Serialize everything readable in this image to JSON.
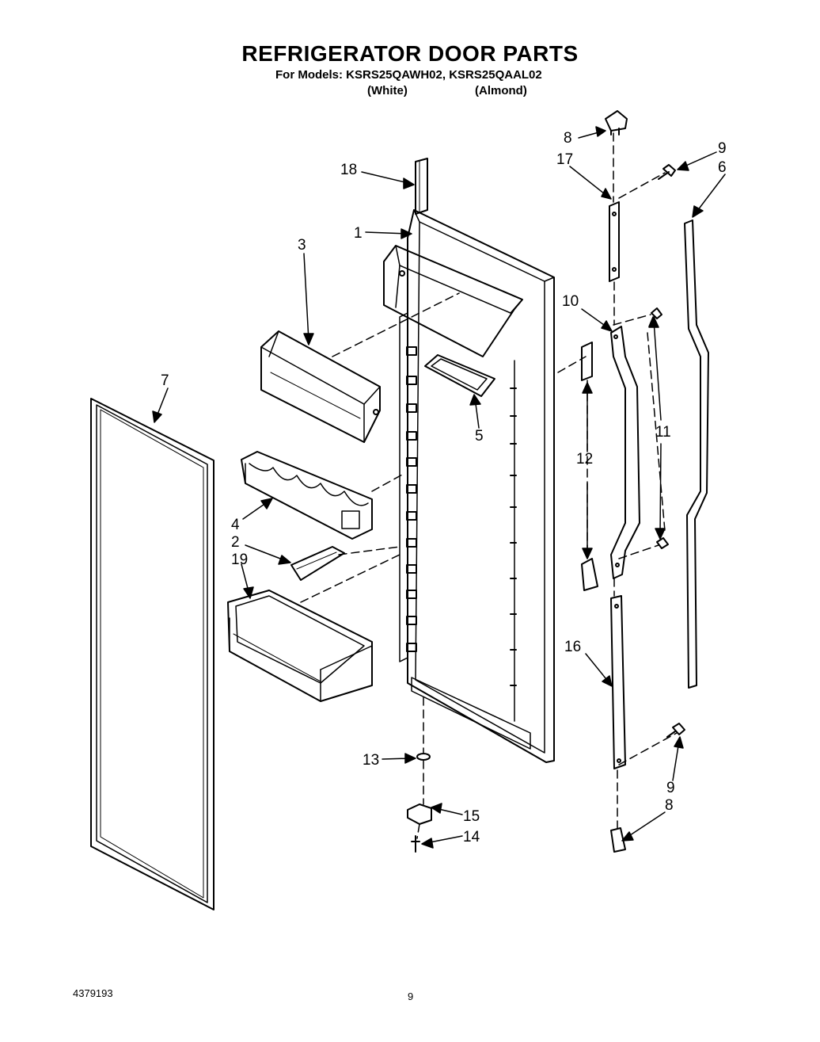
{
  "header": {
    "title": "REFRIGERATOR DOOR PARTS",
    "subtitle": "For Models: KSRS25QAWH02, KSRS25QAAL02",
    "variant_white": "(White)",
    "variant_almond": "(Almond)"
  },
  "callouts": {
    "c18": "18",
    "c1": "1",
    "c3": "3",
    "c7": "7",
    "c5": "5",
    "c4": "4",
    "c2": "2",
    "c19": "19",
    "c8_top": "8",
    "c17": "17",
    "c9_top": "9",
    "c6": "6",
    "c10": "10",
    "c11": "11",
    "c12": "12",
    "c16": "16",
    "c9_bottom": "9",
    "c8_bottom": "8",
    "c13": "13",
    "c15": "15",
    "c14": "14"
  },
  "footer": {
    "part_number": "4379193",
    "page": "9"
  }
}
